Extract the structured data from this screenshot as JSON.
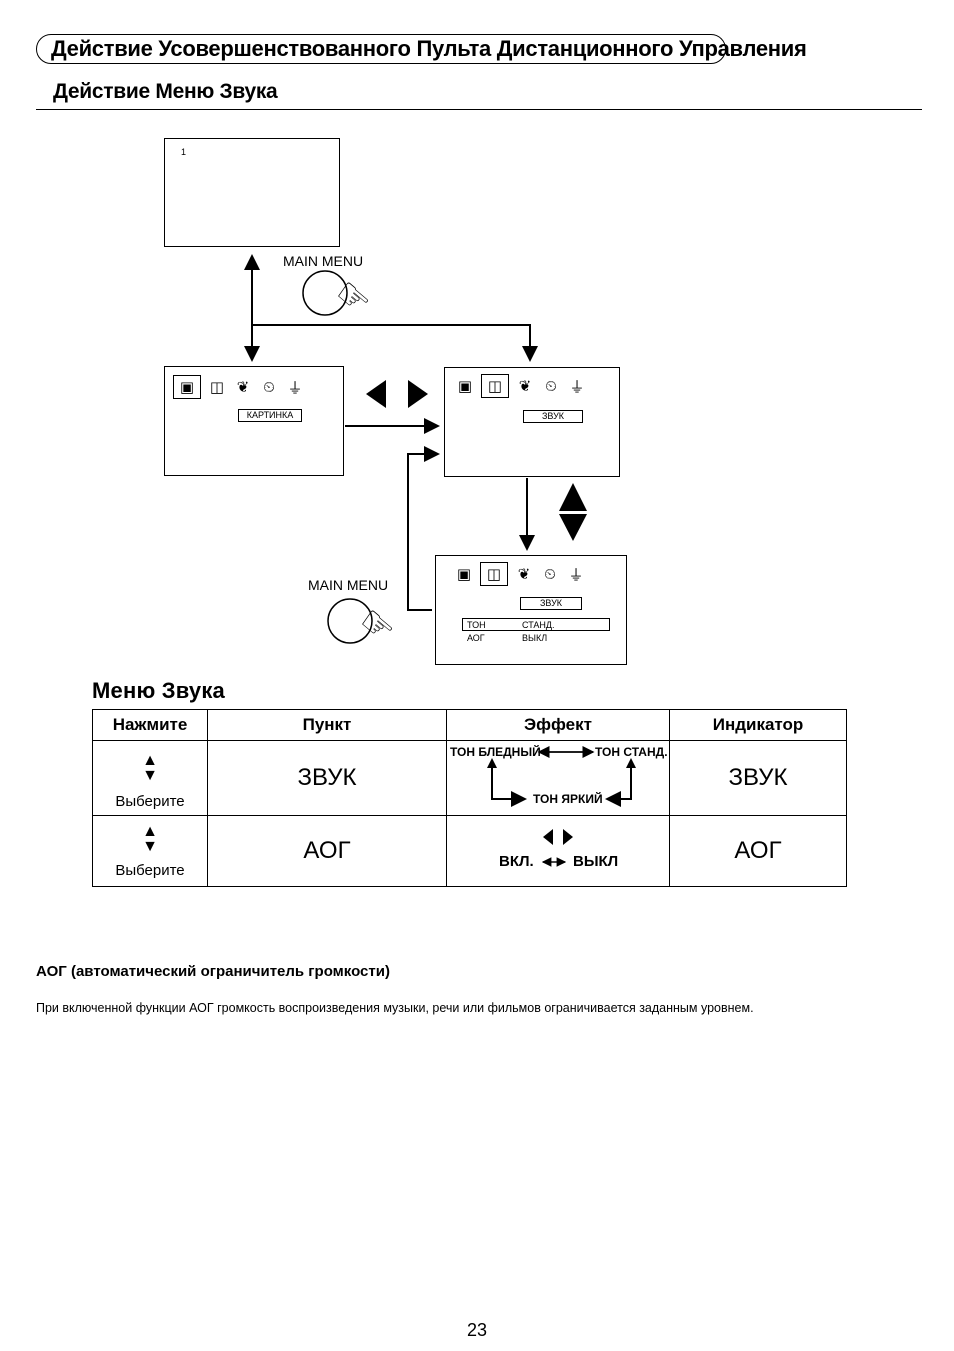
{
  "header": {
    "title": "Действие Усовершенствованного Пульта Дистанционного Управления",
    "subtitle": "Действие Меню Звука"
  },
  "diagram": {
    "tv_screen_number": "1",
    "main_menu_label_top": "MAIN MENU",
    "main_menu_label_bottom": "MAIN MENU",
    "screen1_menu_label": "КАРТИНКА",
    "screen2_menu_label": "ЗВУК",
    "screen3_menu_label": "ЗВУК",
    "screen3_rows": [
      {
        "item": "ТОН",
        "value": "СТАНД."
      },
      {
        "item": "АОГ",
        "value": "ВЫКЛ"
      }
    ],
    "icons": [
      "picture-icon",
      "sound-icon",
      "function-icon",
      "timer-icon",
      "plug-icon"
    ]
  },
  "sound_menu": {
    "title": "Меню Звука",
    "headers": [
      "Нажмите",
      "Пункт",
      "Эффект",
      "Индикатор"
    ],
    "rows": [
      {
        "press": "Выберите",
        "item": "ЗВУК",
        "effect": {
          "left": "ТОН БЛЕДНЫЙ",
          "right": "ТОН СТАНД.",
          "bottom": "ТОН ЯРКИЙ"
        },
        "indicator": "ЗВУК"
      },
      {
        "press": "Выберите",
        "item": "АОГ",
        "effect": {
          "left": "ВКЛ.",
          "right": "ВЫКЛ"
        },
        "indicator": "АОГ"
      }
    ]
  },
  "note": {
    "title": "АОГ (автоматический ограничитель громкости)",
    "text": "При включенной функции АОГ громкость воспроизведения музыки, речи или фильмов ограничивается заданным уровнем."
  },
  "page_number": "23"
}
